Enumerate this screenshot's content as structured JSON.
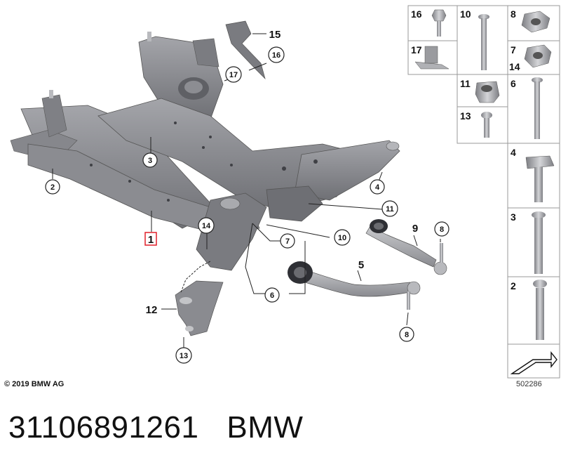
{
  "callouts": {
    "c2": "2",
    "c3": "3",
    "c4": "4",
    "c6": "6",
    "c7": "7",
    "c8a": "8",
    "c8b": "8",
    "c10": "10",
    "c11": "11",
    "c13": "13",
    "c14": "14",
    "c16": "16",
    "c17": "17"
  },
  "labels": {
    "l1": "1",
    "l5": "5",
    "l9": "9",
    "l12": "12",
    "l15": "15"
  },
  "parts_table": {
    "p16": "16",
    "p10": "10",
    "p8": "8",
    "p17": "17",
    "p7": "7",
    "p14": "14",
    "p11": "11",
    "p6": "6",
    "p13": "13",
    "p4": "4",
    "p3": "3",
    "p2": "2"
  },
  "copyright": "© 2019 BMW AG",
  "diagram_id": "502286",
  "footer": {
    "part_number": "31106891261",
    "brand": "BMW"
  },
  "colors": {
    "highlight": "#e0202a",
    "frame": "#8f9094",
    "frame_dark": "#6a6b70",
    "grid_line": "#999999"
  }
}
